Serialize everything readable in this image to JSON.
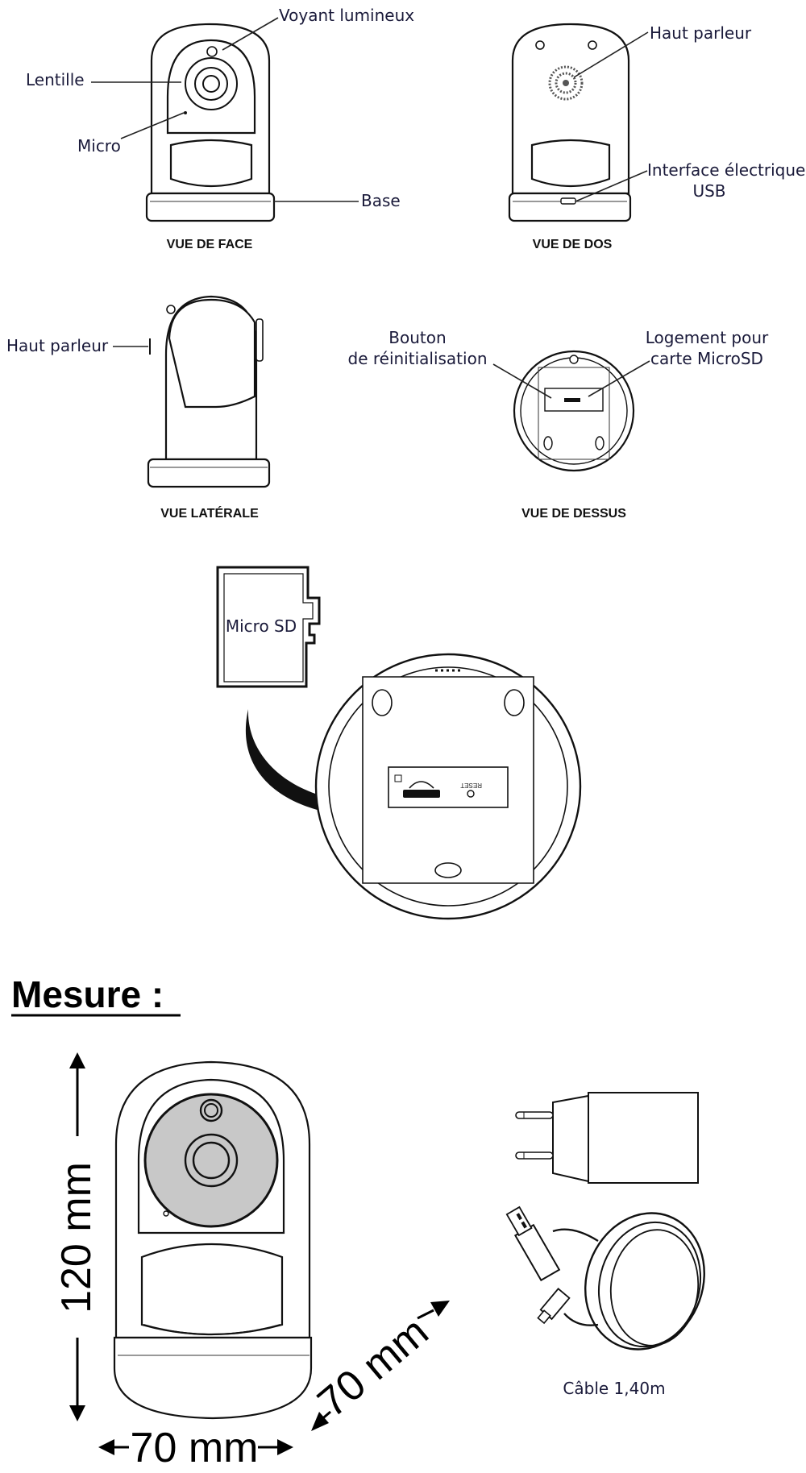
{
  "labels": {
    "voyant": "Voyant lumineux",
    "lentille": "Lentille",
    "micro": "Micro",
    "base": "Base",
    "haut_parleur_back": "Haut parleur",
    "interface_line1": "Interface électrique",
    "interface_line2": "USB",
    "haut_parleur_side": "Haut parleur",
    "bouton_line1": "Bouton",
    "bouton_line2": "de réinitialisation",
    "logement_line1": "Logement pour",
    "logement_line2": "carte MicroSD"
  },
  "captions": {
    "front": "VUE DE FACE",
    "back": "VUE DE DOS",
    "side": "VUE LATÉRALE",
    "top": "VUE DE DESSUS"
  },
  "sd": {
    "card_label": "Micro SD",
    "reset_label": "RESET"
  },
  "measure": {
    "title": "Mesure :",
    "height": "120 mm",
    "width": "70 mm",
    "depth": "70 mm",
    "cable": "Câble 1,40m"
  }
}
